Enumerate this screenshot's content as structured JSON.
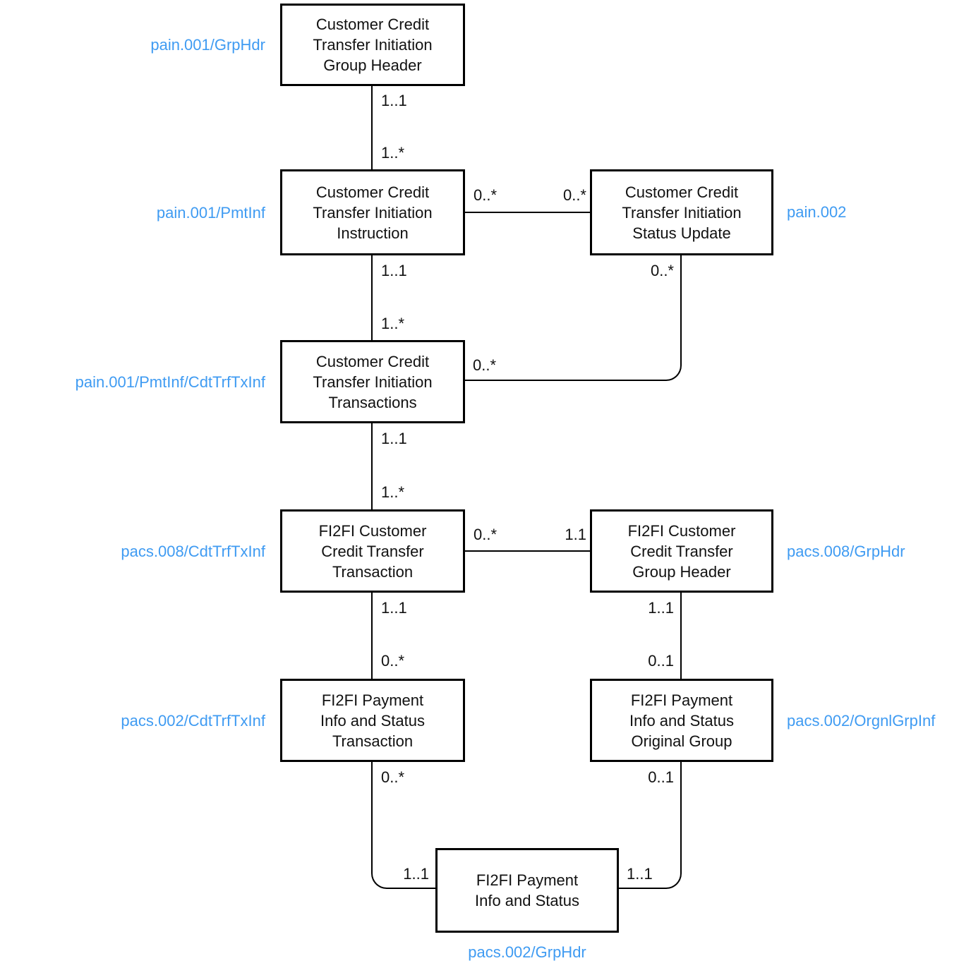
{
  "colors": {
    "accent": "#3f9bf2",
    "line": "#000000",
    "text": "#111111",
    "background": "#ffffff"
  },
  "nodes": {
    "grp_hdr": {
      "lines": [
        "Customer Credit",
        "Transfer Initiation",
        "Group Header"
      ]
    },
    "pmt_inf": {
      "lines": [
        "Customer Credit",
        "Transfer Initiation",
        "Instruction"
      ]
    },
    "status_update": {
      "lines": [
        "Customer Credit",
        "Transfer Initiation",
        "Status Update"
      ]
    },
    "transactions": {
      "lines": [
        "Customer Credit",
        "Transfer Initiation",
        "Transactions"
      ]
    },
    "fi2fi_tx": {
      "lines": [
        "FI2FI Customer",
        "Credit Transfer",
        "Transaction"
      ]
    },
    "fi2fi_grp_hdr": {
      "lines": [
        "FI2FI Customer",
        "Credit Transfer",
        "Group Header"
      ]
    },
    "pmt_status_tx": {
      "lines": [
        "FI2FI Payment",
        "Info and Status",
        "Transaction"
      ]
    },
    "orig_grp": {
      "lines": [
        "FI2FI Payment",
        "Info and Status",
        "Original Group"
      ]
    },
    "pmt_status": {
      "lines": [
        "FI2FI Payment",
        "Info and Status"
      ]
    }
  },
  "tags": {
    "grp_hdr": "pain.001/GrpHdr",
    "pmt_inf": "pain.001/PmtInf",
    "status_update": "pain.002",
    "transactions": "pain.001/PmtInf/CdtTrfTxInf",
    "fi2fi_tx": "pacs.008/CdtTrfTxInf",
    "fi2fi_grp_hdr": "pacs.008/GrpHdr",
    "pmt_status_tx": "pacs.002/CdtTrfTxInf",
    "orig_grp": "pacs.002/OrgnlGrpInf",
    "pmt_status": "pacs.002/GrpHdr"
  },
  "edges": {
    "grp_hdr__pmt_inf": {
      "source_card": "1..1",
      "target_card": "1..*"
    },
    "pmt_inf__status_update": {
      "source_card": "0..*",
      "target_card": "0..*"
    },
    "pmt_inf__transactions": {
      "source_card": "1..1",
      "target_card": "1..*"
    },
    "transactions__status_update": {
      "source_card": "0..*",
      "target_card": "0..*"
    },
    "transactions__fi2fi_tx": {
      "source_card": "1..1",
      "target_card": "1..*"
    },
    "fi2fi_tx__fi2fi_grp_hdr": {
      "source_card": "0..*",
      "target_card": "1.1"
    },
    "fi2fi_tx__pmt_status_tx": {
      "source_card": "1..1",
      "target_card": "0..*"
    },
    "fi2fi_grp_hdr__orig_grp": {
      "source_card": "1..1",
      "target_card": "0..1"
    },
    "pmt_status_tx__pmt_status": {
      "source_card": "0..*",
      "target_card": "1..1"
    },
    "orig_grp__pmt_status": {
      "source_card": "0..1",
      "target_card": "1..1"
    }
  }
}
